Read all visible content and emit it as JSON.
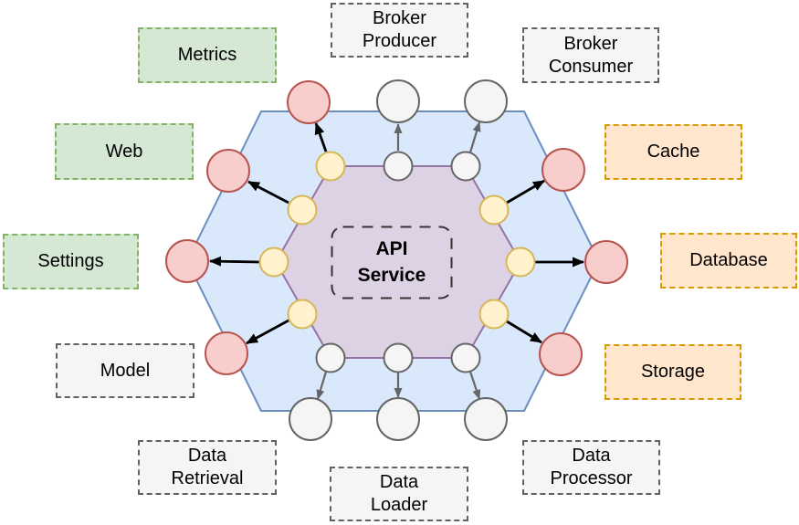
{
  "diagram": {
    "type": "hexagonal-architecture",
    "center_label": "API\nService",
    "boxes": {
      "metrics": {
        "label": "Metrics",
        "color": "green"
      },
      "broker_producer": {
        "label": "Broker\nProducer",
        "color": "gray"
      },
      "broker_consumer": {
        "label": "Broker\nConsumer",
        "color": "gray"
      },
      "web": {
        "label": "Web",
        "color": "green"
      },
      "cache": {
        "label": "Cache",
        "color": "orange"
      },
      "settings": {
        "label": "Settings",
        "color": "green"
      },
      "database": {
        "label": "Database",
        "color": "orange"
      },
      "model": {
        "label": "Model",
        "color": "gray"
      },
      "storage": {
        "label": "Storage",
        "color": "orange"
      },
      "data_retrieval": {
        "label": "Data\nRetrieval",
        "color": "gray"
      },
      "data_loader": {
        "label": "Data\nLoader",
        "color": "gray"
      },
      "data_processor": {
        "label": "Data\nProcessor",
        "color": "gray"
      }
    },
    "colors": {
      "outer_hexagon_fill": "#dae8fc",
      "outer_hexagon_stroke": "#6c8ebf",
      "inner_hexagon_fill": "#ddd2e4",
      "inner_hexagon_stroke": "#9673a6",
      "port_yellow_fill": "#fff2cc",
      "port_yellow_stroke": "#d6b656",
      "adapter_red_fill": "#f8cecc",
      "adapter_red_stroke": "#b85450",
      "node_gray_fill": "#f5f5f5",
      "node_gray_stroke": "#666666",
      "box_green_fill": "#d5e8d4",
      "box_green_stroke": "#82b366",
      "box_orange_fill": "#ffe6cc",
      "box_orange_stroke": "#d79b00",
      "box_gray_fill": "#f5f5f5",
      "box_gray_stroke": "#616161",
      "api_box_stroke": "#333333",
      "arrow_black": "#000000",
      "arrow_gray": "#666666"
    }
  }
}
